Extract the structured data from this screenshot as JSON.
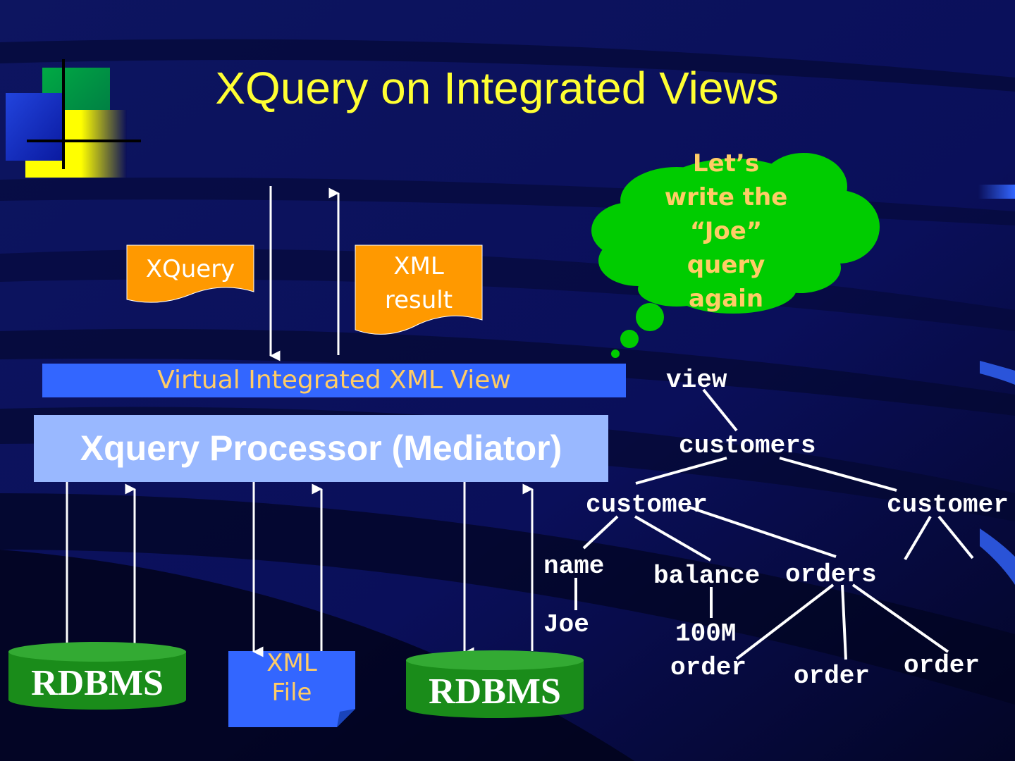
{
  "slide": {
    "title": "XQuery on Integrated Views",
    "colors": {
      "background": "#0a0f5a",
      "title": "#ffff33",
      "view_bar": "#3366ff",
      "mediator": "#99b8ff",
      "document": "#ff9900",
      "database": "#1a8c1a",
      "cloud": "#00cc00",
      "cloud_text": "#ffcc66"
    }
  },
  "documents": {
    "xquery": "XQuery",
    "xml_result": [
      "XML",
      "result"
    ],
    "xml_file": [
      "XML",
      "File"
    ]
  },
  "view_bar": {
    "label": "Virtual Integrated XML View"
  },
  "mediator": {
    "label": "Xquery Processor (Mediator)"
  },
  "databases": [
    "RDBMS",
    "RDBMS"
  ],
  "callout": {
    "lines": [
      "Let’s",
      "write the",
      "“Joe”",
      "query",
      "again"
    ]
  },
  "tree": {
    "view": "view",
    "customers": "customers",
    "customer_1": "customer",
    "customer_2": "customer",
    "name": "name",
    "name_value": "Joe",
    "balance": "balance",
    "balance_value": "100M",
    "orders": "orders",
    "order_1": "order",
    "order_2": "order",
    "order_3": "order"
  }
}
